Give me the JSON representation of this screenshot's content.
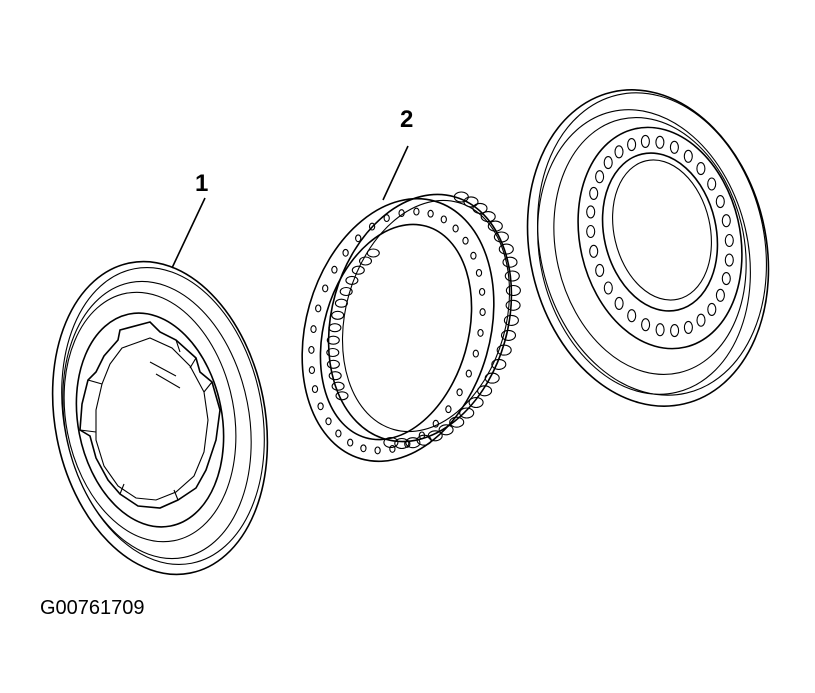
{
  "callouts": {
    "part_1": "1",
    "part_2": "2"
  },
  "figure_id": "G00761709",
  "colors": {
    "line": "#000000",
    "background": "#ffffff"
  }
}
